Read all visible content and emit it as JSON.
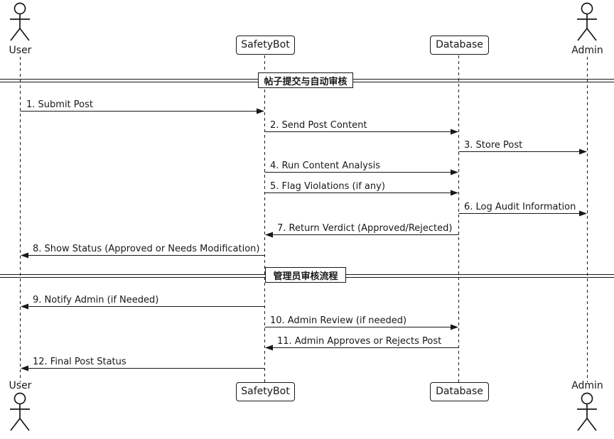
{
  "diagram": {
    "participants": [
      {
        "name": "User",
        "type": "actor"
      },
      {
        "name": "SafetyBot",
        "type": "participant"
      },
      {
        "name": "Database",
        "type": "participant"
      },
      {
        "name": "Admin",
        "type": "actor"
      }
    ],
    "dividers": [
      {
        "label": "帖子提交与自动审核"
      },
      {
        "label": "管理员审核流程"
      }
    ],
    "messages": [
      {
        "label": "1. Submit Post",
        "from": "User",
        "to": "SafetyBot",
        "direction": "right"
      },
      {
        "label": "2. Send Post Content",
        "from": "SafetyBot",
        "to": "Database",
        "direction": "right"
      },
      {
        "label": "3. Store Post",
        "from": "Database",
        "to": "Admin",
        "direction": "right"
      },
      {
        "label": "4. Run Content Analysis",
        "from": "SafetyBot",
        "to": "Database",
        "direction": "right"
      },
      {
        "label": "5. Flag Violations (if any)",
        "from": "SafetyBot",
        "to": "Database",
        "direction": "right"
      },
      {
        "label": "6. Log Audit Information",
        "from": "Database",
        "to": "Admin",
        "direction": "right"
      },
      {
        "label": "7. Return Verdict (Approved/Rejected)",
        "from": "Database",
        "to": "SafetyBot",
        "direction": "left"
      },
      {
        "label": "8. Show Status (Approved or Needs Modification)",
        "from": "SafetyBot",
        "to": "User",
        "direction": "left"
      },
      {
        "label": "9. Notify Admin (if Needed)",
        "from": "SafetyBot",
        "to": "User",
        "direction": "left"
      },
      {
        "label": "10. Admin Review (if needed)",
        "from": "SafetyBot",
        "to": "Database",
        "direction": "right"
      },
      {
        "label": "11. Admin Approves or Rejects Post",
        "from": "Database",
        "to": "SafetyBot",
        "direction": "left"
      },
      {
        "label": "12. Final Post Status",
        "from": "SafetyBot",
        "to": "User",
        "direction": "left"
      }
    ],
    "colors": {
      "line": "#181818",
      "background": "#ffffff"
    }
  }
}
